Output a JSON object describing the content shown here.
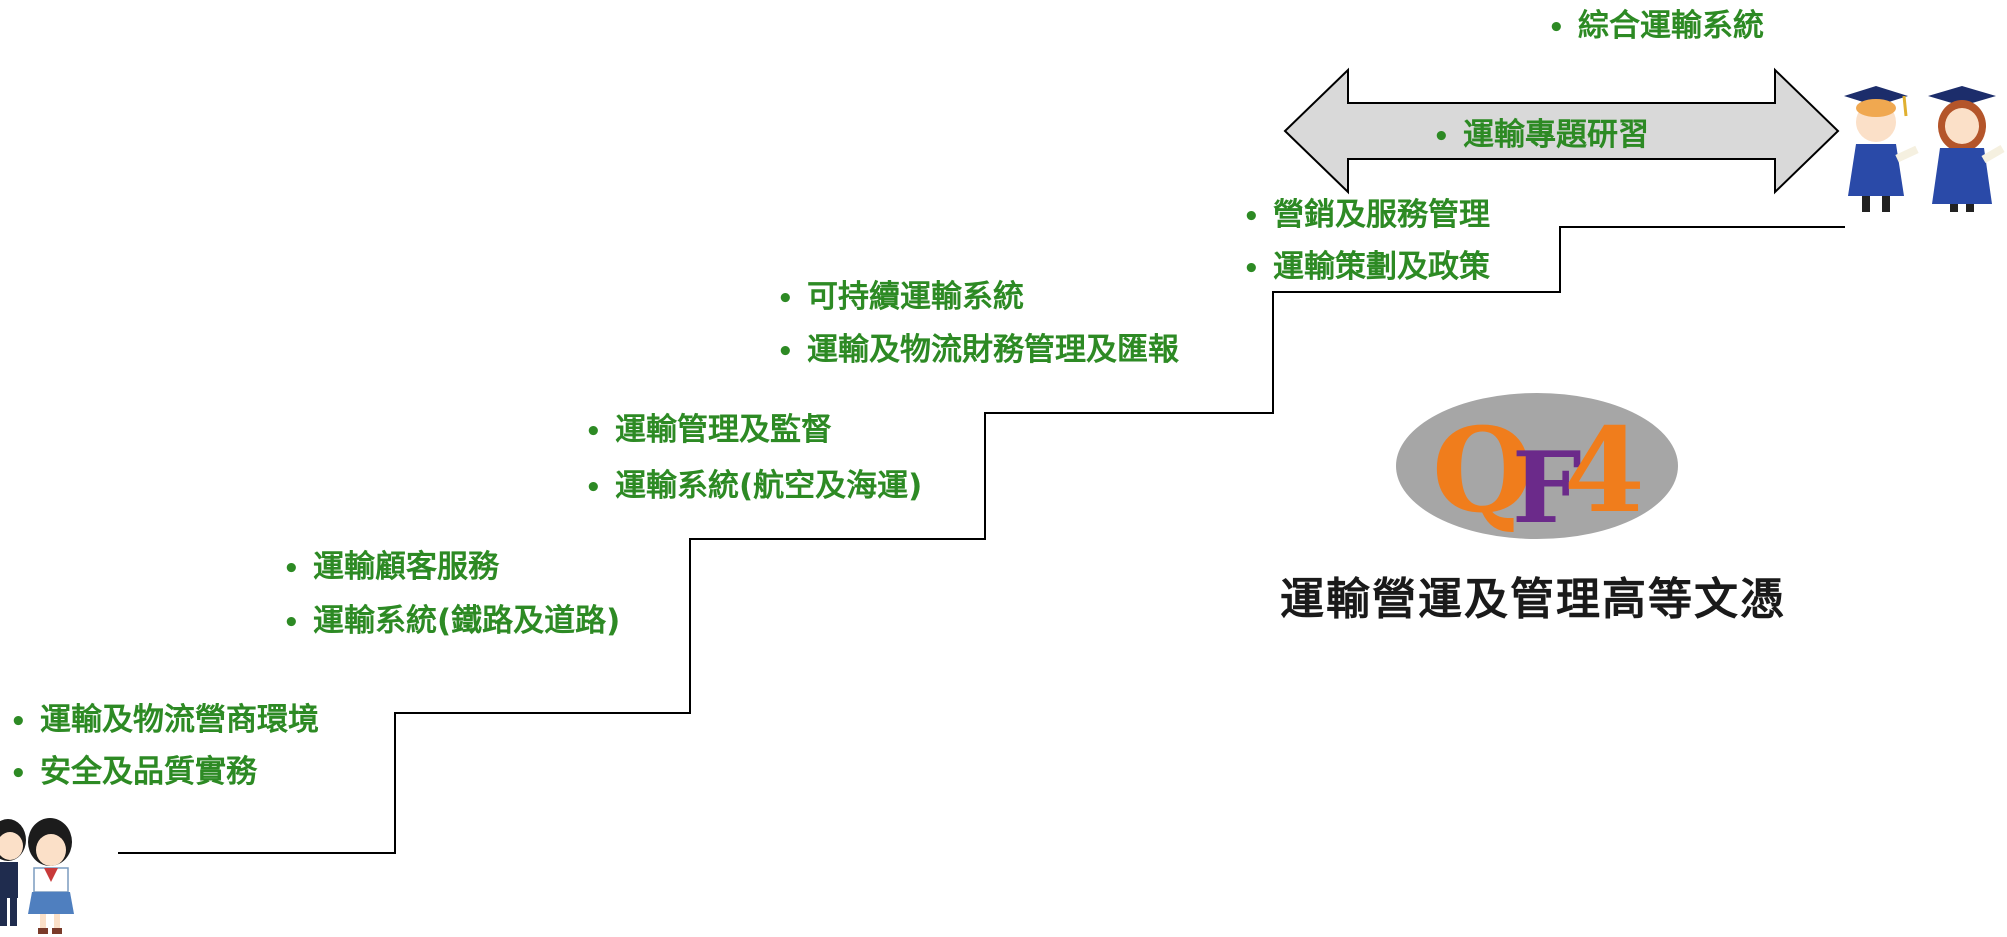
{
  "diagram": {
    "courses": {
      "step1": [
        "運輸及物流營商環境",
        "安全及品質實務"
      ],
      "step2": [
        "運輸顧客服務",
        "運輸系統(鐵路及道路)"
      ],
      "step3": [
        "運輸管理及監督",
        "運輸系統(航空及海運)"
      ],
      "step4": [
        "可持續運輸系統",
        "運輸及物流財務管理及匯報"
      ],
      "step5": [
        "營銷及服務管理",
        "運輸策劃及政策"
      ],
      "top": "綜合運輸系統",
      "arrow": "運輸專題研習"
    },
    "logo": {
      "text": "QF4",
      "q_color": "#f07d1c",
      "f_color": "#6b2a8a",
      "four_color": "#f07d1c",
      "oval_color": "#a6a6a6"
    },
    "qualification_title": "運輸營運及管理高等文憑",
    "colors": {
      "course_text": "#2d8a24",
      "staircase": "#000000",
      "arrow_fill": "#d9d9d9"
    },
    "icons": [
      "students-uniform-icon",
      "graduates-icon"
    ]
  }
}
